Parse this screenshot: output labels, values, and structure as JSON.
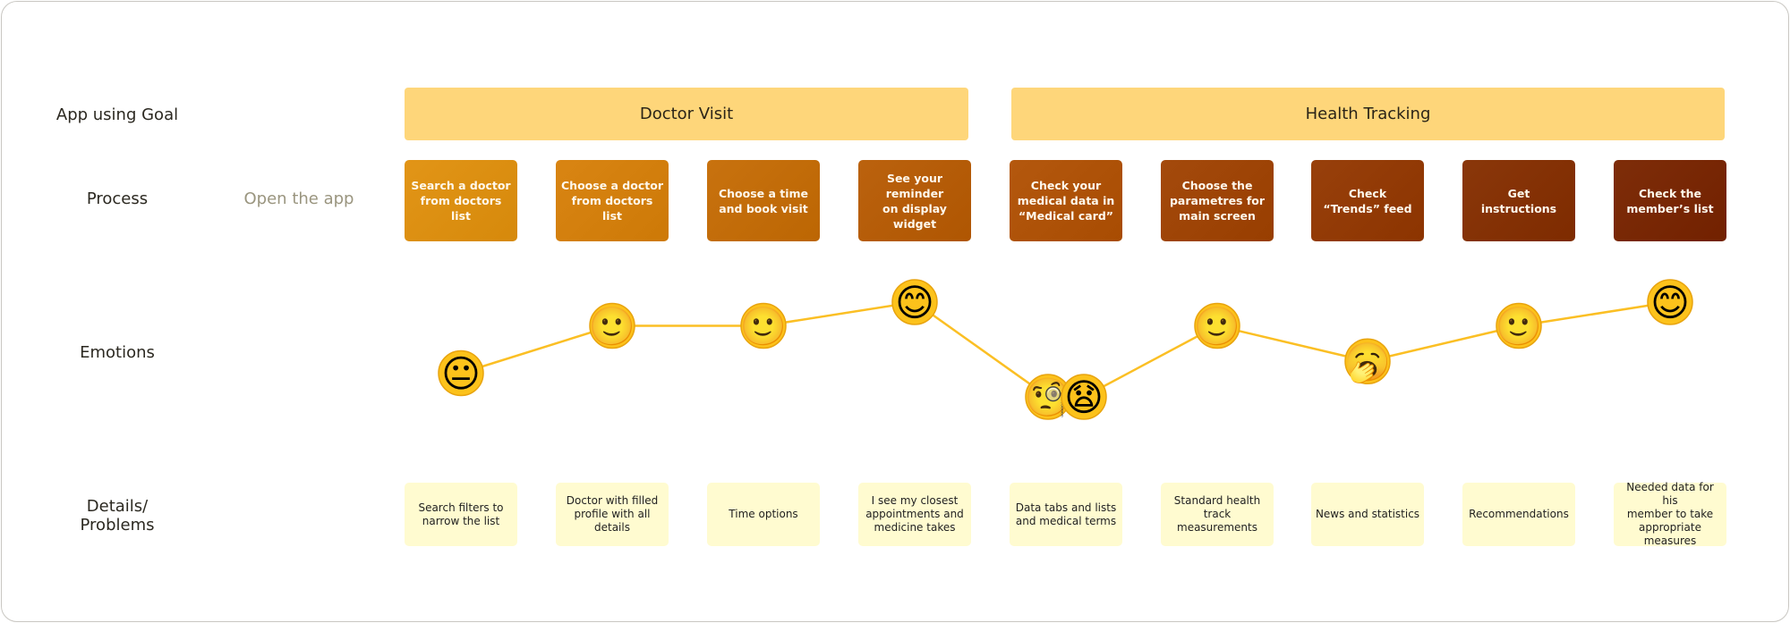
{
  "rows": {
    "goal_label": "App using Goal",
    "process_label": "Process",
    "emotions_label": "Emotions",
    "details_label": "Details/\nProblems",
    "process_start": "Open the app"
  },
  "goals": [
    {
      "label": "Doctor Visit",
      "steps": 4
    },
    {
      "label": "Health Tracking",
      "steps": 5
    }
  ],
  "process_steps": [
    {
      "label": "Search a doctor\nfrom doctors list",
      "color": "#e29517"
    },
    {
      "label": "Choose a doctor\nfrom doctors list",
      "color": "#d98513"
    },
    {
      "label": "Choose a time\nand book visit",
      "color": "#c8720f"
    },
    {
      "label": "See your reminder\non display widget",
      "color": "#bb620e"
    },
    {
      "label": "Check your\nmedical data in\n“Medical card”",
      "color": "#b4580e"
    },
    {
      "label": "Choose the\nparametres for\nmain screen",
      "color": "#a44a0c"
    },
    {
      "label": "Check\n“Trends” feed",
      "color": "#98400b"
    },
    {
      "label": "Get\ninstructions",
      "color": "#8a370a"
    },
    {
      "label": "Check the\nmember’s  list",
      "color": "#7e2d09"
    }
  ],
  "emotions": [
    {
      "step": 1,
      "emoji": "neutral-face",
      "glyphs": [
        "😐"
      ],
      "level": 1
    },
    {
      "step": 2,
      "emoji": "slightly-smiling-face",
      "glyphs": [
        "🙂"
      ],
      "level": 3
    },
    {
      "step": 3,
      "emoji": "slightly-smiling-face",
      "glyphs": [
        "🙂"
      ],
      "level": 3
    },
    {
      "step": 4,
      "emoji": "smiling-face-with-smiling-eyes",
      "glyphs": [
        "😊"
      ],
      "level": 4
    },
    {
      "step": 5,
      "emoji": "monocle-and-frowning-face",
      "glyphs": [
        "🧐",
        "😧"
      ],
      "level": 0
    },
    {
      "step": 6,
      "emoji": "slightly-smiling-face",
      "glyphs": [
        "🙂"
      ],
      "level": 3
    },
    {
      "step": 7,
      "emoji": "yawning-face",
      "glyphs": [
        "🥱"
      ],
      "level": 1.5
    },
    {
      "step": 8,
      "emoji": "slightly-smiling-face",
      "glyphs": [
        "🙂"
      ],
      "level": 3
    },
    {
      "step": 9,
      "emoji": "smiling-face-with-smiling-eyes",
      "glyphs": [
        "😊"
      ],
      "level": 4
    }
  ],
  "details": [
    "Search filters to\nnarrow the list",
    "Doctor with filled\nprofile with all details",
    "Time options",
    "I see my closest\nappointments and\nmedicine takes",
    "Data tabs and lists\nand medical terms",
    "Standard health\ntrack measurements",
    "News and statistics",
    "Recommendations",
    "Needed data for his\nmember to take\nappropriate measures"
  ],
  "colors": {
    "goal_bg": "#fed67a",
    "detail_bg": "#fffbd0",
    "emotion_line": "#fbbf24"
  }
}
